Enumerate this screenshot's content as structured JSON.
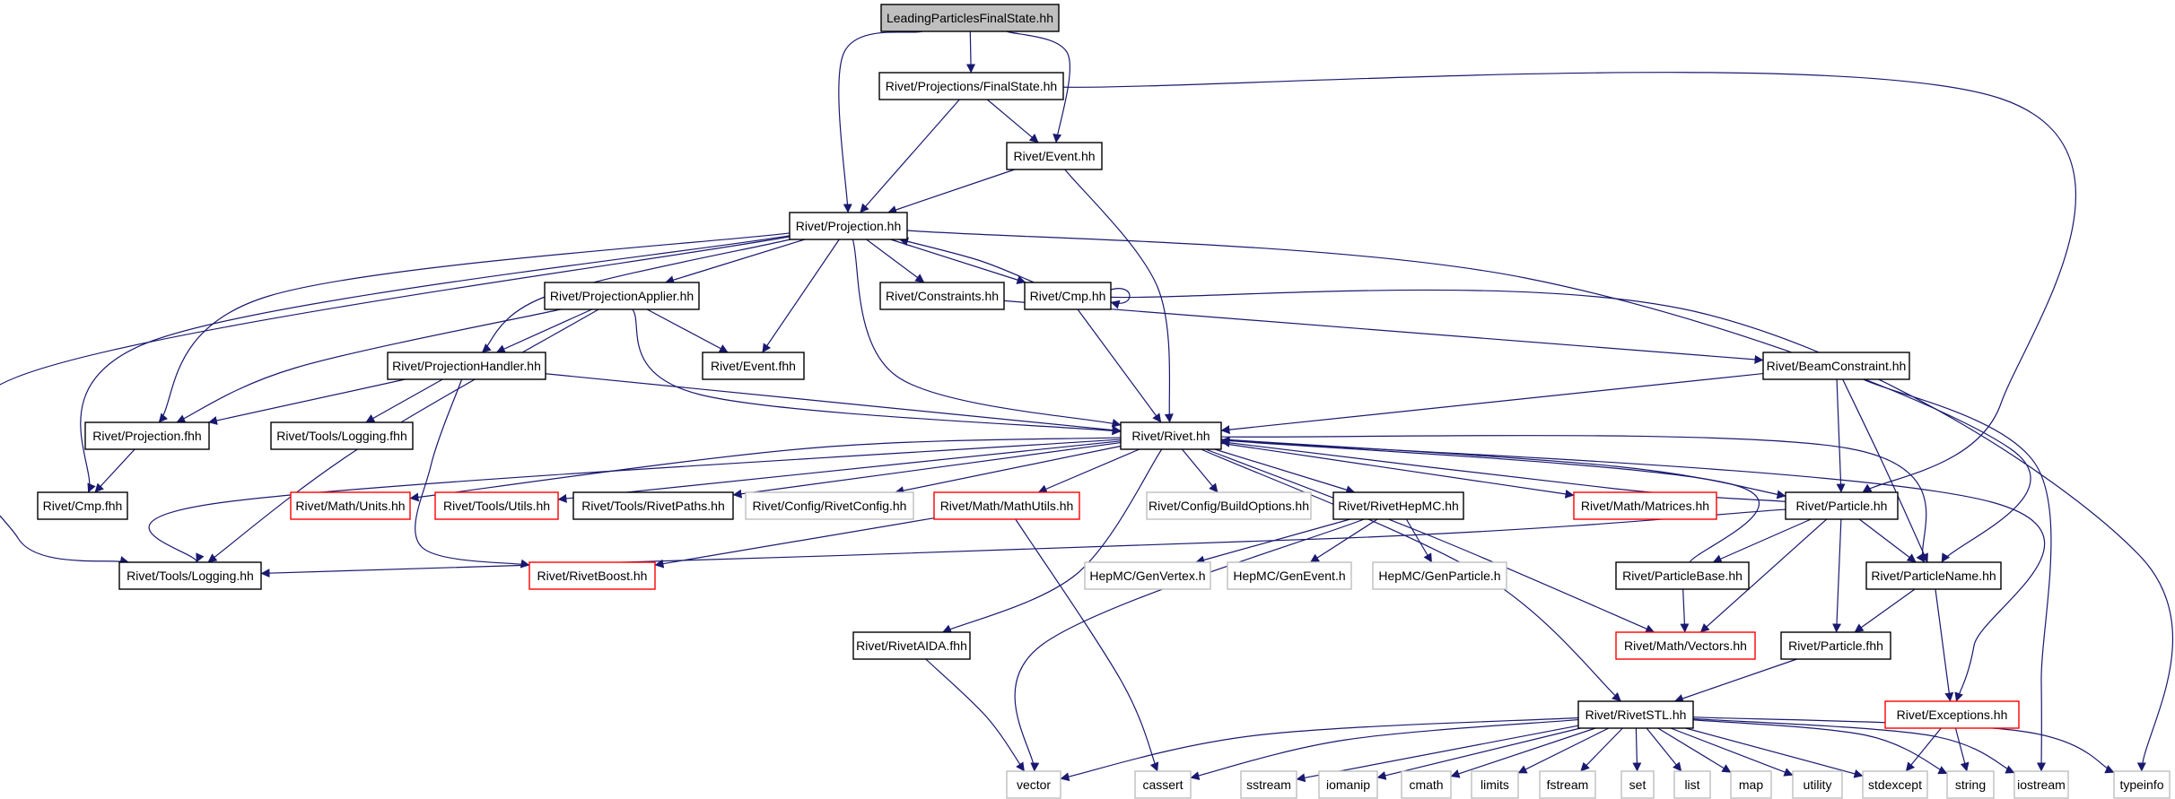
{
  "diagram": {
    "root": "LeadingParticlesFinalState.hh",
    "nodes": [
      {
        "id": "root",
        "label": "LeadingParticlesFinalState.hh",
        "style": "root"
      },
      {
        "id": "fs",
        "label": "Rivet/Projections/FinalState.hh",
        "style": "normal"
      },
      {
        "id": "event",
        "label": "Rivet/Event.hh",
        "style": "normal"
      },
      {
        "id": "proj",
        "label": "Rivet/Projection.hh",
        "style": "normal"
      },
      {
        "id": "papplier",
        "label": "Rivet/ProjectionApplier.hh",
        "style": "normal"
      },
      {
        "id": "constraints",
        "label": "Rivet/Constraints.hh",
        "style": "normal"
      },
      {
        "id": "cmp",
        "label": "Rivet/Cmp.hh",
        "style": "normal"
      },
      {
        "id": "phandler",
        "label": "Rivet/ProjectionHandler.hh",
        "style": "normal"
      },
      {
        "id": "eventfhh",
        "label": "Rivet/Event.fhh",
        "style": "normal"
      },
      {
        "id": "beam",
        "label": "Rivet/BeamConstraint.hh",
        "style": "normal"
      },
      {
        "id": "projfhh",
        "label": "Rivet/Projection.fhh",
        "style": "normal"
      },
      {
        "id": "logfhh",
        "label": "Rivet/Tools/Logging.fhh",
        "style": "normal"
      },
      {
        "id": "rivet",
        "label": "Rivet/Rivet.hh",
        "style": "normal"
      },
      {
        "id": "cmpfhh",
        "label": "Rivet/Cmp.fhh",
        "style": "normal"
      },
      {
        "id": "units",
        "label": "Rivet/Math/Units.hh",
        "style": "missing"
      },
      {
        "id": "utils",
        "label": "Rivet/Tools/Utils.hh",
        "style": "missing"
      },
      {
        "id": "paths",
        "label": "Rivet/Tools/RivetPaths.hh",
        "style": "normal"
      },
      {
        "id": "config",
        "label": "Rivet/Config/RivetConfig.hh",
        "style": "external"
      },
      {
        "id": "mathutils",
        "label": "Rivet/Math/MathUtils.hh",
        "style": "missing"
      },
      {
        "id": "buildopts",
        "label": "Rivet/Config/BuildOptions.hh",
        "style": "external"
      },
      {
        "id": "hepmc",
        "label": "Rivet/RivetHepMC.hh",
        "style": "normal"
      },
      {
        "id": "matrices",
        "label": "Rivet/Math/Matrices.hh",
        "style": "missing"
      },
      {
        "id": "particle",
        "label": "Rivet/Particle.hh",
        "style": "normal"
      },
      {
        "id": "logging",
        "label": "Rivet/Tools/Logging.hh",
        "style": "normal"
      },
      {
        "id": "boost",
        "label": "Rivet/RivetBoost.hh",
        "style": "missing"
      },
      {
        "id": "genvertex",
        "label": "HepMC/GenVertex.h",
        "style": "external"
      },
      {
        "id": "genevent",
        "label": "HepMC/GenEvent.h",
        "style": "external"
      },
      {
        "id": "genparticle",
        "label": "HepMC/GenParticle.h",
        "style": "external"
      },
      {
        "id": "pbase",
        "label": "Rivet/ParticleBase.hh",
        "style": "normal"
      },
      {
        "id": "pname",
        "label": "Rivet/ParticleName.hh",
        "style": "normal"
      },
      {
        "id": "aida",
        "label": "Rivet/RivetAIDA.fhh",
        "style": "normal"
      },
      {
        "id": "vectors",
        "label": "Rivet/Math/Vectors.hh",
        "style": "missing"
      },
      {
        "id": "particlefhh",
        "label": "Rivet/Particle.fhh",
        "style": "normal"
      },
      {
        "id": "stl",
        "label": "Rivet/RivetSTL.hh",
        "style": "normal"
      },
      {
        "id": "exceptions",
        "label": "Rivet/Exceptions.hh",
        "style": "missing"
      },
      {
        "id": "vector",
        "label": "vector",
        "style": "external"
      },
      {
        "id": "cassert",
        "label": "cassert",
        "style": "external"
      },
      {
        "id": "sstream",
        "label": "sstream",
        "style": "external"
      },
      {
        "id": "iomanip",
        "label": "iomanip",
        "style": "external"
      },
      {
        "id": "cmath",
        "label": "cmath",
        "style": "external"
      },
      {
        "id": "limits",
        "label": "limits",
        "style": "external"
      },
      {
        "id": "fstream",
        "label": "fstream",
        "style": "external"
      },
      {
        "id": "set",
        "label": "set",
        "style": "external"
      },
      {
        "id": "list",
        "label": "list",
        "style": "external"
      },
      {
        "id": "map",
        "label": "map",
        "style": "external"
      },
      {
        "id": "utility",
        "label": "utility",
        "style": "external"
      },
      {
        "id": "stdexcept",
        "label": "stdexcept",
        "style": "external"
      },
      {
        "id": "string",
        "label": "string",
        "style": "external"
      },
      {
        "id": "iostream",
        "label": "iostream",
        "style": "external"
      },
      {
        "id": "typeinfo",
        "label": "typeinfo",
        "style": "external"
      }
    ],
    "edges": [
      [
        "root",
        "fs"
      ],
      [
        "root",
        "event"
      ],
      [
        "root",
        "proj"
      ],
      [
        "fs",
        "event"
      ],
      [
        "fs",
        "proj"
      ],
      [
        "fs",
        "particle"
      ],
      [
        "event",
        "proj"
      ],
      [
        "event",
        "rivet"
      ],
      [
        "proj",
        "papplier"
      ],
      [
        "proj",
        "constraints"
      ],
      [
        "proj",
        "cmp"
      ],
      [
        "proj",
        "eventfhh"
      ],
      [
        "proj",
        "phandler"
      ],
      [
        "proj",
        "projfhh"
      ],
      [
        "proj",
        "cmpfhh"
      ],
      [
        "proj",
        "logging"
      ],
      [
        "proj",
        "rivet"
      ],
      [
        "proj",
        "pname"
      ],
      [
        "papplier",
        "phandler"
      ],
      [
        "papplier",
        "eventfhh"
      ],
      [
        "papplier",
        "projfhh"
      ],
      [
        "papplier",
        "logging"
      ],
      [
        "papplier",
        "rivet"
      ],
      [
        "constraints",
        "beam"
      ],
      [
        "cmp",
        "proj"
      ],
      [
        "cmp",
        "cmp"
      ],
      [
        "cmp",
        "rivet"
      ],
      [
        "cmp",
        "typeinfo"
      ],
      [
        "phandler",
        "projfhh"
      ],
      [
        "phandler",
        "logfhh"
      ],
      [
        "phandler",
        "rivet"
      ],
      [
        "phandler",
        "boost"
      ],
      [
        "beam",
        "rivet"
      ],
      [
        "beam",
        "particle"
      ],
      [
        "beam",
        "pname"
      ],
      [
        "beam",
        "iostream"
      ],
      [
        "projfhh",
        "cmpfhh"
      ],
      [
        "rivet",
        "units"
      ],
      [
        "rivet",
        "utils"
      ],
      [
        "rivet",
        "paths"
      ],
      [
        "rivet",
        "config"
      ],
      [
        "rivet",
        "mathutils"
      ],
      [
        "rivet",
        "buildopts"
      ],
      [
        "rivet",
        "hepmc"
      ],
      [
        "rivet",
        "matrices"
      ],
      [
        "rivet",
        "particle"
      ],
      [
        "rivet",
        "pname"
      ],
      [
        "rivet",
        "vectors"
      ],
      [
        "rivet",
        "aida"
      ],
      [
        "rivet",
        "stl"
      ],
      [
        "rivet",
        "exceptions"
      ],
      [
        "rivet",
        "logging"
      ],
      [
        "hepmc",
        "genvertex"
      ],
      [
        "hepmc",
        "genevent"
      ],
      [
        "hepmc",
        "genparticle"
      ],
      [
        "hepmc",
        "vector"
      ],
      [
        "mathutils",
        "boost"
      ],
      [
        "mathutils",
        "cassert"
      ],
      [
        "particle",
        "rivet"
      ],
      [
        "particle",
        "logging"
      ],
      [
        "particle",
        "pbase"
      ],
      [
        "particle",
        "pname"
      ],
      [
        "particle",
        "particlefhh"
      ],
      [
        "particle",
        "vectors"
      ],
      [
        "pbase",
        "rivet"
      ],
      [
        "pbase",
        "vectors"
      ],
      [
        "pname",
        "particlefhh"
      ],
      [
        "pname",
        "exceptions"
      ],
      [
        "particlefhh",
        "stl"
      ],
      [
        "aida",
        "vector"
      ],
      [
        "exceptions",
        "stdexcept"
      ],
      [
        "exceptions",
        "string"
      ],
      [
        "stl",
        "vector"
      ],
      [
        "stl",
        "cassert"
      ],
      [
        "stl",
        "sstream"
      ],
      [
        "stl",
        "iomanip"
      ],
      [
        "stl",
        "cmath"
      ],
      [
        "stl",
        "limits"
      ],
      [
        "stl",
        "fstream"
      ],
      [
        "stl",
        "set"
      ],
      [
        "stl",
        "list"
      ],
      [
        "stl",
        "map"
      ],
      [
        "stl",
        "utility"
      ],
      [
        "stl",
        "stdexcept"
      ],
      [
        "stl",
        "string"
      ],
      [
        "stl",
        "iostream"
      ],
      [
        "stl",
        "typeinfo"
      ]
    ],
    "colors": {
      "edge": "#191970",
      "normal_border": "#000000",
      "missing_border": "#ff0000",
      "external_border": "#bfbfbf",
      "root_fill": "#bfbfbf",
      "text": "#000000"
    }
  }
}
